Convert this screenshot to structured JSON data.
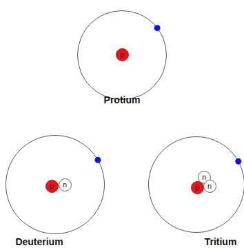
{
  "diagram": {
    "nodes": [
      {
        "text": [
          "Protium"
        ]
      },
      {
        "text": [
          "p"
        ],
        "in": 0
      },
      {
        "text": [
          "Deuterium"
        ]
      },
      {
        "text": [
          "p"
        ],
        "in": 2
      },
      {
        "text": [
          "n"
        ],
        "in": 2
      },
      {
        "text": [
          "Tritium"
        ]
      },
      {
        "text": [
          "n"
        ],
        "in": 5
      },
      {
        "text": [
          "p"
        ],
        "in": 5
      },
      {
        "text": [
          "n"
        ],
        "in": 5
      }
    ]
  }
}
